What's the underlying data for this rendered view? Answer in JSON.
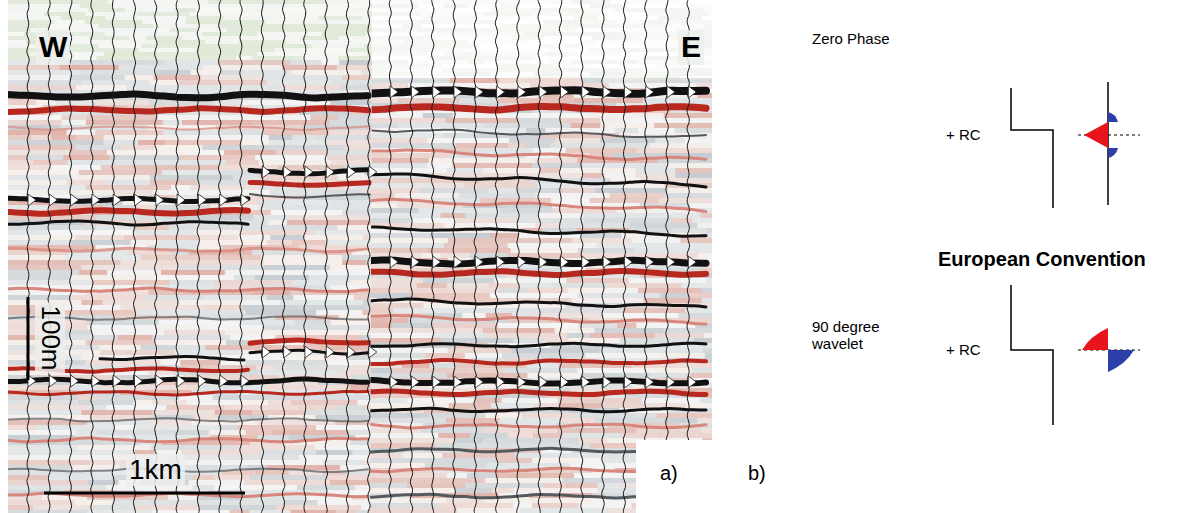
{
  "diagram": {
    "labels": [
      "W",
      "E",
      "100m",
      "1km",
      "a)",
      "b)",
      "Zero Phase",
      "+ RC",
      "European Convention",
      "90 degree wavelet",
      "+ RC"
    ]
  }
}
